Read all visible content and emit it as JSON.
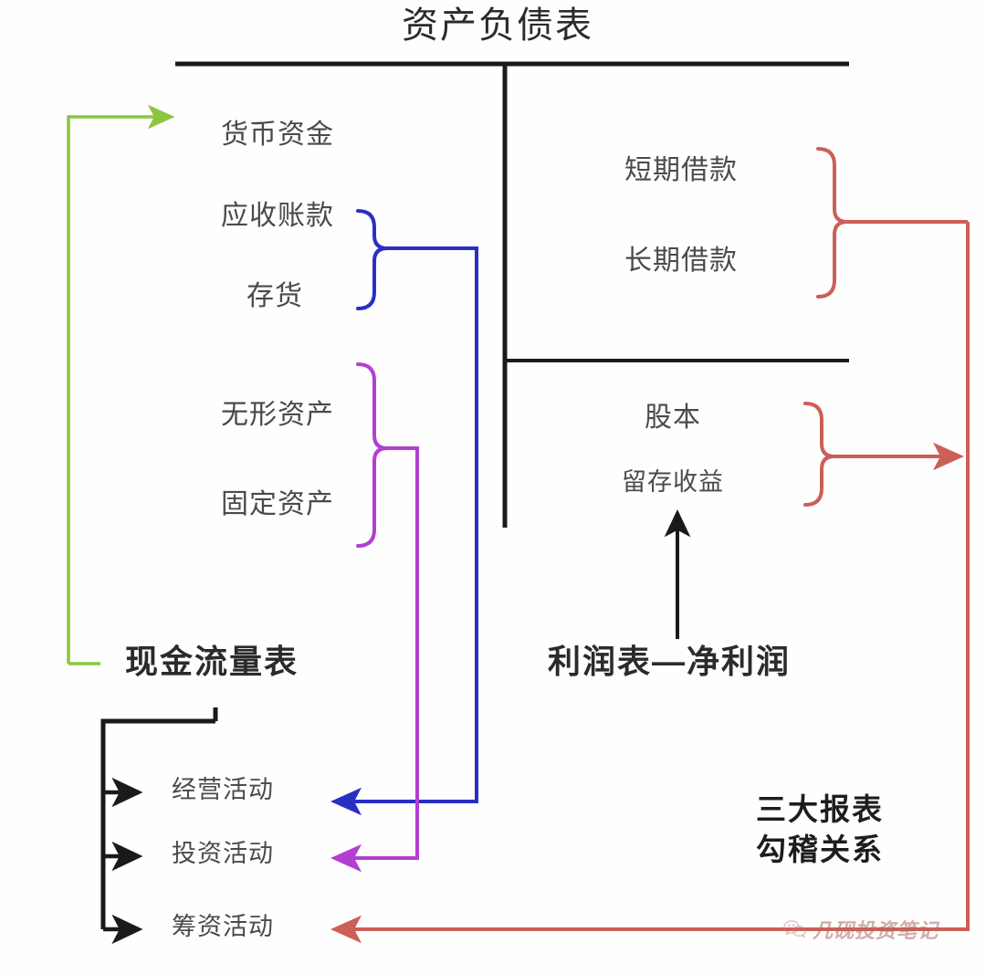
{
  "diagram": {
    "title": "资产负债表",
    "badge_line1": "三大报表",
    "badge_line2": "勾稽关系",
    "assets": [
      {
        "label": "货币资金"
      },
      {
        "label": "应收账款"
      },
      {
        "label": "存货"
      },
      {
        "label": "无形资产"
      },
      {
        "label": "固定资产"
      }
    ],
    "liabilities": [
      {
        "label": "短期借款"
      },
      {
        "label": "长期借款"
      }
    ],
    "equity": [
      {
        "label": "股本"
      },
      {
        "label": "留存收益"
      }
    ],
    "cash_flow": {
      "title": "现金流量表",
      "activities": [
        {
          "label": "经营活动"
        },
        {
          "label": "投资活动"
        },
        {
          "label": "筹资活动"
        }
      ]
    },
    "income_statement": {
      "title": "利润表—净利润"
    },
    "watermark": {
      "text": "几砚投资笔记",
      "icon": "wechat-icon"
    },
    "colors": {
      "green": "#8cc63f",
      "blue": "#2a2fc4",
      "purple": "#b23fd0",
      "red": "#cc5f57",
      "black": "#1a1a1a",
      "text": "#4a4a4a"
    }
  }
}
